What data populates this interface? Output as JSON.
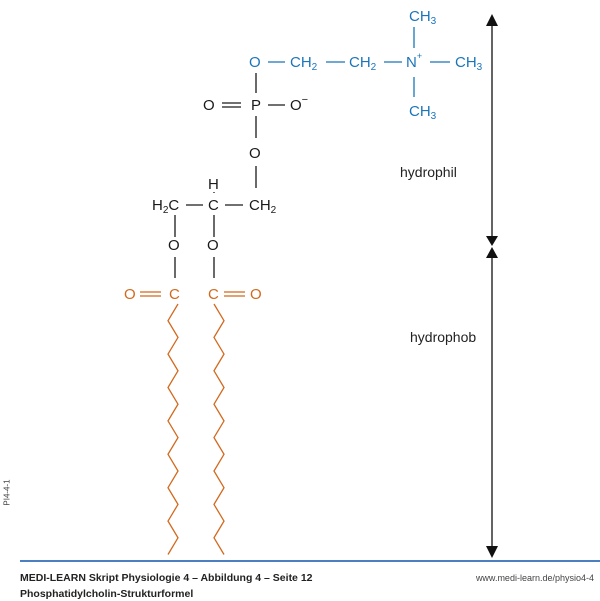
{
  "molecule": {
    "o_choline": "O",
    "ch2": "CH",
    "sub2": "2",
    "n": "N",
    "plus": "+",
    "ch3": "CH",
    "sub3": "3",
    "o_dbl": "O",
    "p": "P",
    "o_minus": "O",
    "minus": "−",
    "o_ester": "O",
    "h": "H",
    "h2c_h": "H",
    "c": "C",
    "o": "O"
  },
  "labels": {
    "hydrophil": "hydrophil",
    "hydrophob": "hydrophob"
  },
  "footer": {
    "title": "MEDI-LEARN Skript Physiologie 4 – Abbildung 4 – Seite 12",
    "subtitle": "Phosphatidylcholin-Strukturformel",
    "url": "www.medi-learn.de/physio4-4",
    "code": "PI4-4-1"
  },
  "colors": {
    "hydrophilic_group": "#1b75bb",
    "fatty_acid": "#d2691e",
    "rule": "#4a7fc1"
  }
}
